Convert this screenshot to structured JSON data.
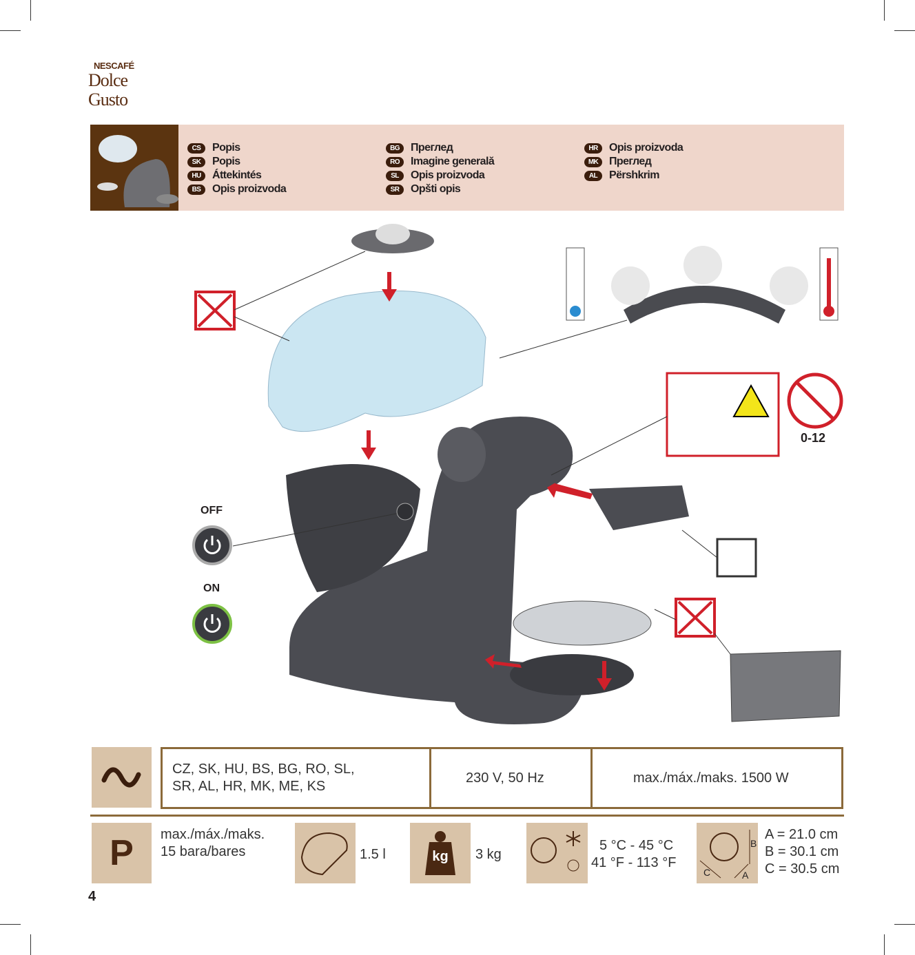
{
  "logo": {
    "brand": "NESCAFÉ",
    "line1": "Dolce",
    "line2": "Gusto"
  },
  "header": {
    "columns": [
      [
        {
          "code": "CS",
          "label": "Popis"
        },
        {
          "code": "SK",
          "label": "Popis"
        },
        {
          "code": "HU",
          "label": "Áttekintés"
        },
        {
          "code": "BS",
          "label": "Opis proizvoda"
        }
      ],
      [
        {
          "code": "BG",
          "label": "Преглед"
        },
        {
          "code": "RO",
          "label": "Imagine generală"
        },
        {
          "code": "SL",
          "label": "Opis proizvoda"
        },
        {
          "code": "SR",
          "label": "Opšti opis"
        }
      ],
      [
        {
          "code": "HR",
          "label": "Opis proizvoda"
        },
        {
          "code": "MK",
          "label": "Преглед"
        },
        {
          "code": "AL",
          "label": "Përshkrim"
        }
      ]
    ]
  },
  "diagram": {
    "off_label": "OFF",
    "on_label": "ON",
    "age_label": "0-12"
  },
  "power": {
    "countries_line1": "CZ, SK, HU, BS, BG, RO, SL,",
    "countries_line2": "SR, AL, HR, MK, ME, KS",
    "voltage": "230 V, 50 Hz",
    "wattage": "max./máx./maks. 1500 W"
  },
  "specs": {
    "pressure_icon": "P",
    "pressure_line1": "max./máx./maks.",
    "pressure_line2": "15 bara/bares",
    "capacity": "1.5 l",
    "weight_icon": "kg",
    "weight": "3 kg",
    "temp_c": "5 °C -  45 °C",
    "temp_f": "41 °F - 113 °F",
    "dim_a": "A = 21.0 cm",
    "dim_b": "B = 30.1 cm",
    "dim_c": "C = 30.5 cm",
    "dim_letters": {
      "a": "A",
      "b": "B",
      "c": "C"
    }
  },
  "page_number": "4"
}
